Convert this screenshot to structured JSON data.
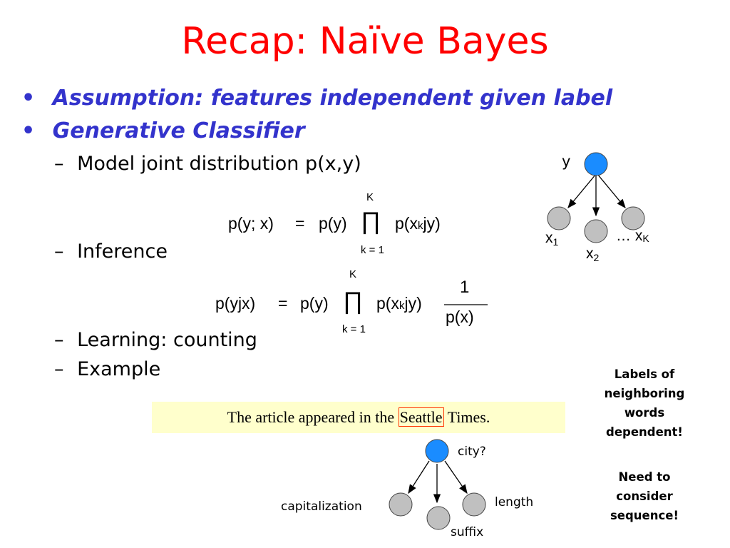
{
  "slide": {
    "title": "Recap: Naïve Bayes",
    "bullets": [
      {
        "marker": "•",
        "text": "Assumption: features independent given label"
      },
      {
        "marker": "•",
        "text": "Generative Classifier"
      }
    ],
    "subitems": [
      {
        "marker": "–",
        "text": "Model joint distribution p(x,y)"
      },
      {
        "marker": "–",
        "text": "Inference"
      },
      {
        "marker": "–",
        "text": "Learning: counting"
      },
      {
        "marker": "–",
        "text": "Example"
      }
    ],
    "equation1": {
      "lhs": "p(y; x)",
      "eq": "=",
      "prior": "p(y)",
      "prod_upper": "K",
      "prod_lower": "k = 1",
      "term": "p(x",
      "term_sub": "k",
      "term_end": "jy)"
    },
    "equation2": {
      "lhs": "p(yjx)",
      "eq": "=",
      "prior": "p(y)",
      "prod_upper": "K",
      "prod_lower": "k = 1",
      "term": "p(x",
      "term_sub": "k",
      "term_end": "jy)",
      "numerator": "1",
      "denominator": "p(x)"
    },
    "graph": {
      "label_y": "y",
      "label_x1": "x",
      "label_x1_sub": "1",
      "label_x2": "x",
      "label_x2_sub": "2",
      "label_xk_prefix": "… x",
      "label_xk_sub": "K"
    },
    "example_sentence": {
      "before": "The article appeared in the ",
      "highlight": "Seattle",
      "after": " Times."
    },
    "example_graph": {
      "root_label": "city?",
      "left_label": "capitalization",
      "middle_label": "suffix",
      "right_label": "length"
    },
    "notes": [
      {
        "lines": [
          "Labels of",
          "neighboring",
          "words",
          "dependent!"
        ]
      },
      {
        "lines": [
          "Need to",
          "consider",
          "sequence!"
        ]
      }
    ],
    "colors": {
      "title": "#ff0000",
      "bullet_text": "#3333cc",
      "root_node": "#1a8cff",
      "leaf_node": "#c0c0c0",
      "sentence_bg": "#ffffcc",
      "highlight_border": "#ff3300"
    }
  }
}
